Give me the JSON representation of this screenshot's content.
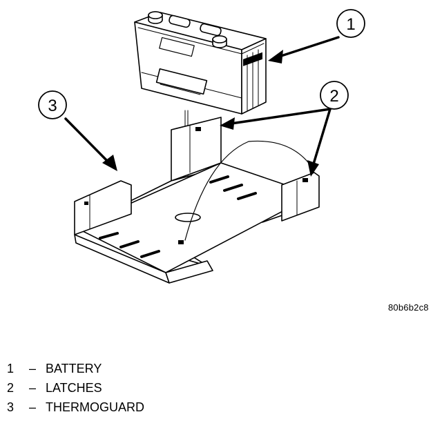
{
  "callouts": [
    {
      "number": "1"
    },
    {
      "number": "2"
    },
    {
      "number": "3"
    }
  ],
  "figure_id": "80b6b2c8",
  "legend": [
    {
      "number": "1",
      "dash": "–",
      "label": "BATTERY"
    },
    {
      "number": "2",
      "dash": "–",
      "label": "LATCHES"
    },
    {
      "number": "3",
      "dash": "–",
      "label": "THERMOGUARD"
    }
  ]
}
